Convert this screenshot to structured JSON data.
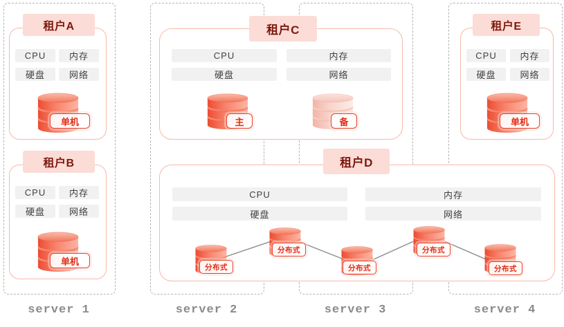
{
  "diagram": {
    "servers": [
      {
        "label": "server 1"
      },
      {
        "label": "server 2"
      },
      {
        "label": "server 3"
      },
      {
        "label": "server 4"
      }
    ],
    "resources": [
      "CPU",
      "内存",
      "硬盘",
      "网络"
    ],
    "tenants": {
      "a": {
        "title": "租户A",
        "db_tag": "单机"
      },
      "b": {
        "title": "租户B",
        "db_tag": "单机"
      },
      "c": {
        "title": "租户C",
        "primary_tag": "主",
        "backup_tag": "备"
      },
      "d": {
        "title": "租户D",
        "node_tags": [
          "分布式",
          "分布式",
          "分布式",
          "分布式",
          "分布式"
        ]
      },
      "e": {
        "title": "租户E",
        "db_tag": "单机"
      }
    },
    "colors": {
      "accent_border": "#f8b8a8",
      "header_bg": "#fcdcd6",
      "header_text": "#7d180e",
      "chip_bg": "#f1f1f1",
      "chip_text": "#404040",
      "tag_border": "#e8402a",
      "tag_text": "#e22c14",
      "server_border": "#b3b3b3",
      "server_label": "#8a8a8a",
      "db_red": "#ec4c31",
      "db_pink": "#f9d6ce",
      "link_gray": "#8a8a8a",
      "link_red": "#cc2810"
    }
  }
}
